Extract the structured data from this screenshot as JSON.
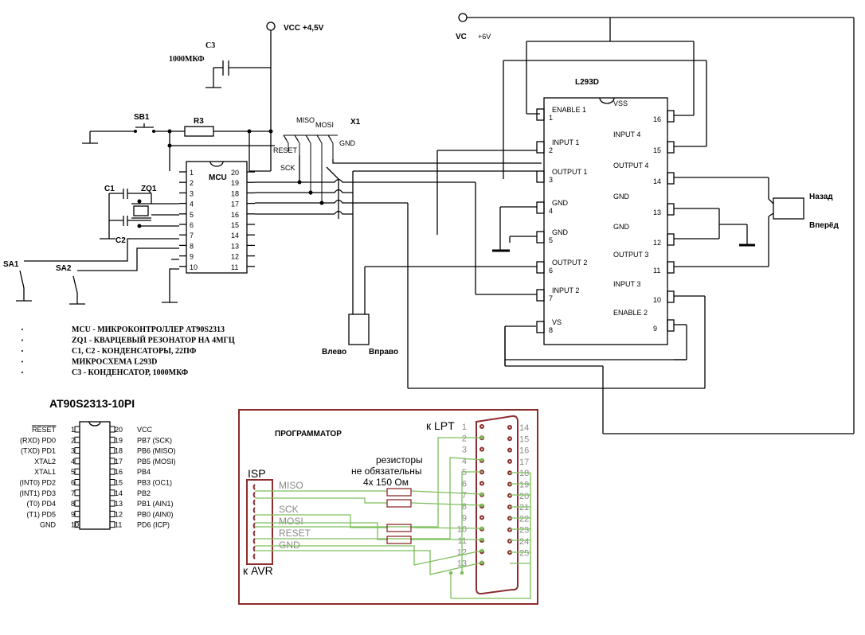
{
  "power": {
    "vcc_mcu": "VCC +4,5V",
    "vc_driver": "VC",
    "vc_voltage": "+6V"
  },
  "parts": {
    "c3_name": "C3",
    "c3_value": "1000МКФ",
    "sb1": "SB1",
    "r3": "R3",
    "x1": "X1",
    "miso": "MISO",
    "mosi": "MOSI",
    "reset": "RESET",
    "sck": "SCK",
    "gnd": "GND",
    "c1": "C1",
    "c2": "C2",
    "zq1": "ZQ1",
    "sa1": "SA1",
    "sa2": "SA2",
    "mcu_label": "MCU",
    "driver_title": "L293D"
  },
  "mcu": {
    "left_pins": [
      "1",
      "2",
      "3",
      "4",
      "5",
      "6",
      "7",
      "8",
      "9",
      "10"
    ],
    "right_pins": [
      "20",
      "19",
      "18",
      "17",
      "16",
      "15",
      "14",
      "13",
      "12",
      "11"
    ]
  },
  "l293d": {
    "left": [
      {
        "num": "1",
        "name": "ENABLE 1"
      },
      {
        "num": "2",
        "name": "INPUT 1"
      },
      {
        "num": "3",
        "name": "OUTPUT 1"
      },
      {
        "num": "4",
        "name": "GND"
      },
      {
        "num": "5",
        "name": "GND"
      },
      {
        "num": "6",
        "name": "OUTPUT 2"
      },
      {
        "num": "7",
        "name": "INPUT 2"
      },
      {
        "num": "8",
        "name": "VS"
      }
    ],
    "right": [
      {
        "num": "16",
        "name": "VSS"
      },
      {
        "num": "15",
        "name": "INPUT 4"
      },
      {
        "num": "14",
        "name": "OUTPUT 4"
      },
      {
        "num": "13",
        "name": "GND"
      },
      {
        "num": "12",
        "name": "GND"
      },
      {
        "num": "11",
        "name": "OUTPUT 3"
      },
      {
        "num": "10",
        "name": "INPUT 3"
      },
      {
        "num": "9",
        "name": "ENABLE 2"
      }
    ]
  },
  "motors": {
    "left_back": "Влево",
    "right_back": "Вправо",
    "back": "Назад",
    "forward": "Вперёд"
  },
  "legend": [
    "MCU - МИКРОКОНТРОЛЛЕР AT90S2313",
    "ZQ1 - КВАРЦЕВЫЙ РЕЗОНАТОР НА 4МГЦ",
    "C1, C2 - КОНДЕНСАТОРЫ, 22ПФ",
    "МИКРОСХЕМА L293D",
    "C3 - КОНДЕНСАТОР, 1000МКФ"
  ],
  "pinout": {
    "title": "AT90S2313-10PI",
    "left": [
      {
        "name": "RESET",
        "num": "1"
      },
      {
        "name": "(RXD) PD0",
        "num": "2"
      },
      {
        "name": "(TXD) PD1",
        "num": "3"
      },
      {
        "name": "XTAL2",
        "num": "4"
      },
      {
        "name": "XTAL1",
        "num": "5"
      },
      {
        "name": "(INT0) PD2",
        "num": "6"
      },
      {
        "name": "(INT1) PD3",
        "num": "7"
      },
      {
        "name": "(T0) PD4",
        "num": "8"
      },
      {
        "name": "(T1) PD5",
        "num": "9"
      },
      {
        "name": "GND",
        "num": "10"
      }
    ],
    "right": [
      {
        "num": "20",
        "name": "VCC"
      },
      {
        "num": "19",
        "name": "PB7 (SCK)"
      },
      {
        "num": "18",
        "name": "PB6 (MISO)"
      },
      {
        "num": "17",
        "name": "PB5 (MOSI)"
      },
      {
        "num": "16",
        "name": "PB4"
      },
      {
        "num": "15",
        "name": "PB3 (OC1)"
      },
      {
        "num": "14",
        "name": "PB2"
      },
      {
        "num": "13",
        "name": "PB1 (AIN1)"
      },
      {
        "num": "12",
        "name": "PB0 (AIN0)"
      },
      {
        "num": "11",
        "name": "PD6 (ICP)"
      }
    ]
  },
  "programmer": {
    "title": "ПРОГРАММАТОР",
    "to_lpt": "к  LPT",
    "resistors_l1": "резисторы",
    "resistors_l2": "не обязательны",
    "resistors_l3": "4х   150  Ом",
    "isp": "ISP",
    "to_avr": "к AVR",
    "isp_signals": [
      "MISO",
      "SCK",
      "MOSI",
      "RESET",
      "GND"
    ],
    "db25_left": [
      "1",
      "2",
      "3",
      "4",
      "5",
      "6",
      "7",
      "8",
      "9",
      "10",
      "11",
      "12",
      "13"
    ],
    "db25_right": [
      "14",
      "15",
      "16",
      "17",
      "18",
      "19",
      "20",
      "21",
      "22",
      "23",
      "24",
      "25"
    ]
  }
}
